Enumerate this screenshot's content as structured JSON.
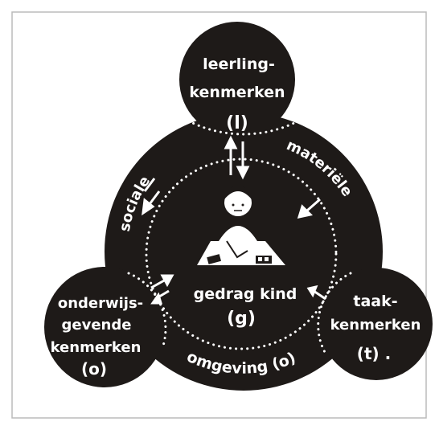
{
  "nodes": {
    "top": {
      "line1": "leerling-",
      "line2": "kenmerken",
      "code": "(l)"
    },
    "right": {
      "line1": "taak-",
      "line2": "kenmerken",
      "code": "(t) ."
    },
    "left": {
      "line1": "onderwijs-",
      "line2": "gevende",
      "line3": "kenmerken",
      "code": "(o)"
    }
  },
  "center": {
    "label": "gedrag kind",
    "code": "(g)"
  },
  "ring_labels": {
    "left_arc": "sociale",
    "right_arc": "materiële",
    "bottom_arc": "omgeving (o)"
  },
  "colors": {
    "fill": "#1e1a18",
    "text": "#ffffff",
    "frame": "#bbbbbb",
    "background": "#ffffff"
  }
}
